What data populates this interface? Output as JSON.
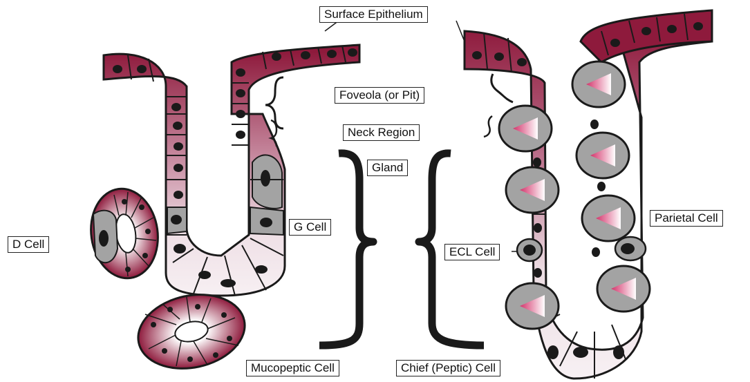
{
  "labels": {
    "surface_epithelium": "Surface Epithelium",
    "foveola": "Foveola (or Pit)",
    "neck_region": "Neck Region",
    "gland": "Gland",
    "g_cell": "G Cell",
    "d_cell": "D Cell",
    "ecl_cell": "ECL Cell",
    "parietal_cell": "Parietal Cell",
    "mucopeptic_cell": "Mucopeptic Cell",
    "chief_cell": "Chief (Peptic) Cell"
  },
  "colors": {
    "epithelium_dark": "#8e1a3c",
    "epithelium_light": "#f3e8ec",
    "cell_gray": "#a3a3a3",
    "nucleus": "#1a1a1a",
    "outline": "#1a1a1a"
  }
}
